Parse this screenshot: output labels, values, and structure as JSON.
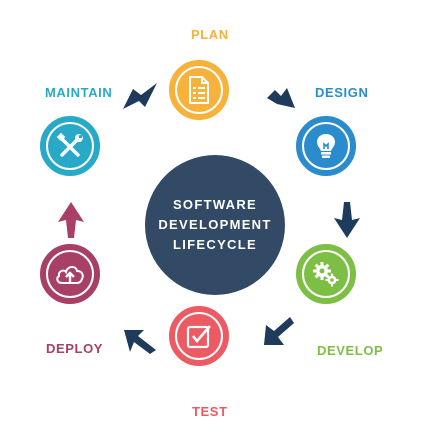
{
  "center": {
    "line1": "SOFTWARE",
    "line2": "DEVELOPMENT",
    "line3": "LIFECYCLE",
    "color": "#324a66"
  },
  "stages": {
    "plan": {
      "label": "PLAN",
      "color": "#f6b23a",
      "icon": "document-icon"
    },
    "design": {
      "label": "DESIGN",
      "color": "#2a8ccc",
      "icon": "lightbulb-icon"
    },
    "develop": {
      "label": "DEVELOP",
      "color": "#7dbf45",
      "icon": "gears-icon"
    },
    "test": {
      "label": "TEST",
      "color": "#ec5a63",
      "icon": "checkbox-icon"
    },
    "deploy": {
      "label": "DEPLOY",
      "color": "#a83f64",
      "icon": "cloud-upload-icon"
    },
    "maintain": {
      "label": "MAINTAIN",
      "color": "#29a9c8",
      "icon": "tools-icon"
    }
  }
}
